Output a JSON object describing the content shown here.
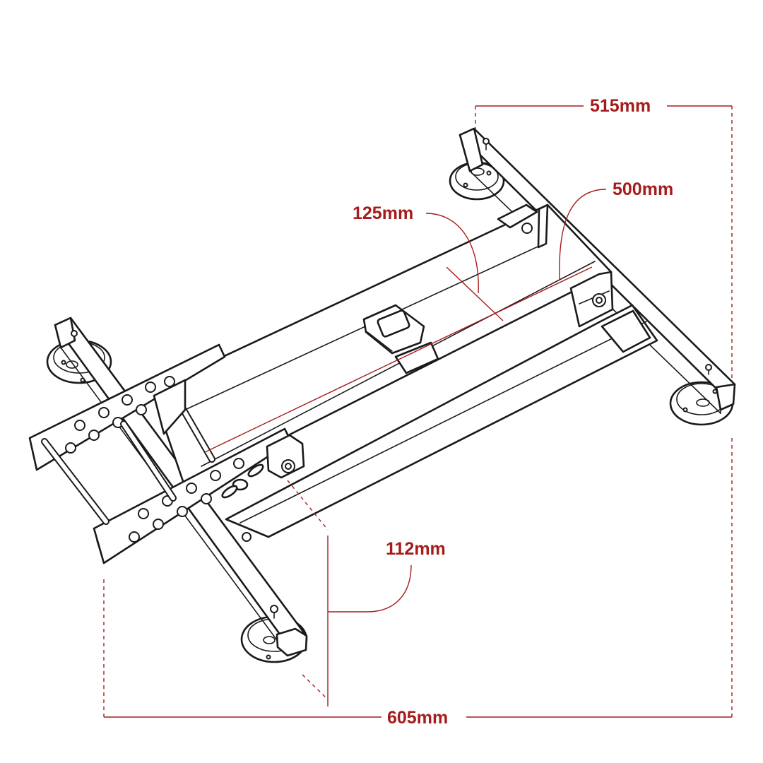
{
  "accent_color": "#a51c1c",
  "line_color": "#1a1a1a",
  "dimensions": {
    "width_top": "515mm",
    "length_inner": "500mm",
    "rail_spacing": "125mm",
    "height": "112mm",
    "width_bottom": "605mm"
  }
}
